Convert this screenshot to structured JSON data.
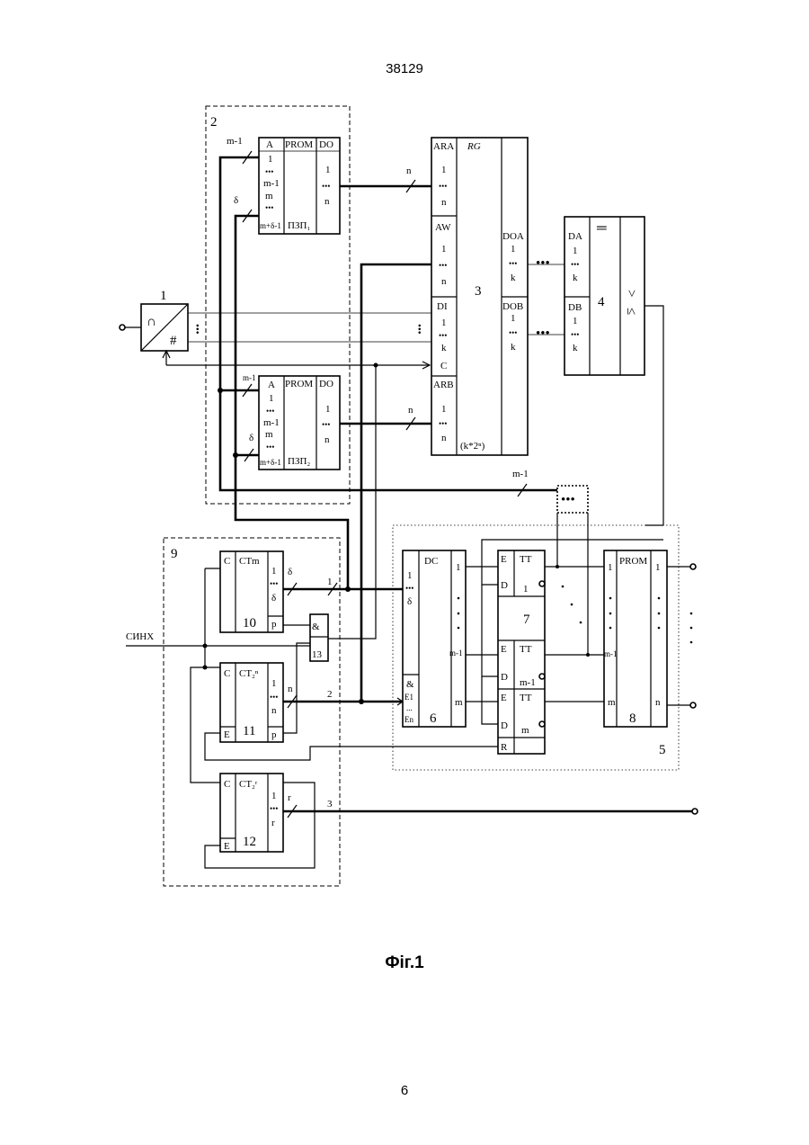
{
  "header": {
    "page_number_top": "38129"
  },
  "footer": {
    "figure_caption": "Фіг.1",
    "page_number_bottom": "6"
  },
  "blocks": {
    "adc": {
      "number": "1",
      "sym_top": "∩",
      "sym_bottom": "#"
    },
    "rom_group": {
      "number": "2"
    },
    "prom1": {
      "col1": [
        "A",
        "1",
        "•••",
        "m-1",
        "m",
        "•••",
        "m+δ-1"
      ],
      "col2_title": "PROM",
      "col2_name": "ПЗП₁",
      "col3": [
        "DO",
        "1",
        "•••",
        "n"
      ]
    },
    "prom2": {
      "col1": [
        "A",
        "1",
        "•••",
        "m-1",
        "m",
        "•••",
        "m+δ-1"
      ],
      "col2_title": "PROM",
      "col2_name": "ПЗП₂",
      "col3": [
        "DO",
        "1",
        "•••",
        "n"
      ]
    },
    "rg": {
      "number": "3",
      "title": "RG",
      "size": "(k*2ⁿ)",
      "ara": [
        "ARA",
        "1",
        "•••",
        "n"
      ],
      "aw": [
        "AW",
        "1",
        "•••",
        "n"
      ],
      "di": [
        "DI",
        "1",
        "•••",
        "k"
      ],
      "c": "C",
      "arb": [
        "ARB",
        "1",
        "•••",
        "n"
      ],
      "doa": [
        "DOA",
        "1",
        "•••",
        "k"
      ],
      "dob": [
        "DOB",
        "1",
        "•••",
        "k"
      ]
    },
    "comp": {
      "number": "4",
      "da": [
        "DA",
        "1",
        "•••",
        "k"
      ],
      "db": [
        "DB",
        "1",
        "•••",
        "k"
      ],
      "sym_top": "═",
      "sym_gt": ">",
      "sym_le": "≤"
    },
    "block5": {
      "number": "5"
    },
    "dc": {
      "number": "6",
      "title": "DC",
      "in": [
        "1",
        "•••",
        "δ"
      ],
      "en": [
        "&",
        "E1",
        "...",
        "En"
      ],
      "out": [
        "1",
        "m-1",
        "m"
      ]
    },
    "triggers": {
      "number": "7",
      "t1": [
        "E",
        "TT",
        "D",
        "1"
      ],
      "t2": [
        "E",
        "TT",
        "D",
        "m-1"
      ],
      "t3": [
        "E",
        "TT",
        "D",
        "m"
      ],
      "reset": "R"
    },
    "prom8": {
      "number": "8",
      "title": "PROM",
      "in": [
        "1",
        "m-1",
        "m"
      ],
      "out": [
        "1",
        "n"
      ]
    },
    "block9": {
      "number": "9"
    },
    "ct10": {
      "number": "10",
      "c": "C",
      "title": "CTm",
      "out": [
        "1",
        "•••",
        "δ"
      ],
      "p": "p"
    },
    "ct11": {
      "number": "11",
      "c": "C",
      "title": "CT₂ⁿ",
      "out": [
        "1",
        "•••",
        "n"
      ],
      "e": "E",
      "p": "p"
    },
    "ct12": {
      "number": "12",
      "c": "C",
      "title": "CT₂ʳ",
      "out": [
        "1",
        "•••",
        "r"
      ],
      "e": "E"
    },
    "and13": {
      "number": "13",
      "sym": "&"
    }
  },
  "signals": {
    "sync": "СИНХ",
    "m1": "m-1",
    "delta": "δ",
    "n": "n",
    "r": "r",
    "bus1": "1",
    "bus2": "2",
    "bus3": "3",
    "ellipsis": "•••"
  }
}
